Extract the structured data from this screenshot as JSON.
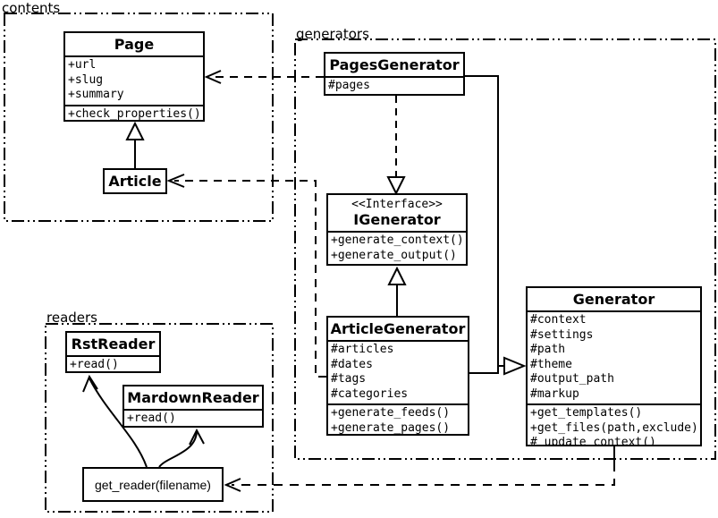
{
  "diagram": {
    "packages": {
      "contents": {
        "label": "contents"
      },
      "generators": {
        "label": "generators"
      },
      "readers": {
        "label": "readers"
      }
    },
    "classes": {
      "page": {
        "name": "Page",
        "attributes": [
          "+url",
          "+slug",
          "+summary"
        ],
        "methods": [
          "+check_properties()"
        ]
      },
      "article": {
        "name": "Article"
      },
      "pages_generator": {
        "name": "PagesGenerator",
        "attributes": [
          "#pages"
        ]
      },
      "igenerator": {
        "stereotype": "<<Interface>>",
        "name": "IGenerator",
        "methods": [
          "+generate_context()",
          "+generate_output()"
        ]
      },
      "article_generator": {
        "name": "ArticleGenerator",
        "attributes": [
          "#articles",
          "#dates",
          "#tags",
          "#categories"
        ],
        "methods": [
          "+generate_feeds()",
          "+generate_pages()"
        ]
      },
      "generator": {
        "name": "Generator",
        "attributes": [
          "#context",
          "#settings",
          "#path",
          "#theme",
          "#output_path",
          "#markup"
        ],
        "methods": [
          "+get_templates()",
          "+get_files(path,exclude)",
          "#_update_context()"
        ]
      },
      "rst_reader": {
        "name": "RstReader",
        "methods": [
          "+read()"
        ]
      },
      "markdown_reader": {
        "name": "MardownReader",
        "methods": [
          "+read()"
        ]
      },
      "get_reader": {
        "name": "get_reader(filename)"
      }
    },
    "colors": {
      "line": "#000000",
      "background": "#ffffff"
    }
  }
}
